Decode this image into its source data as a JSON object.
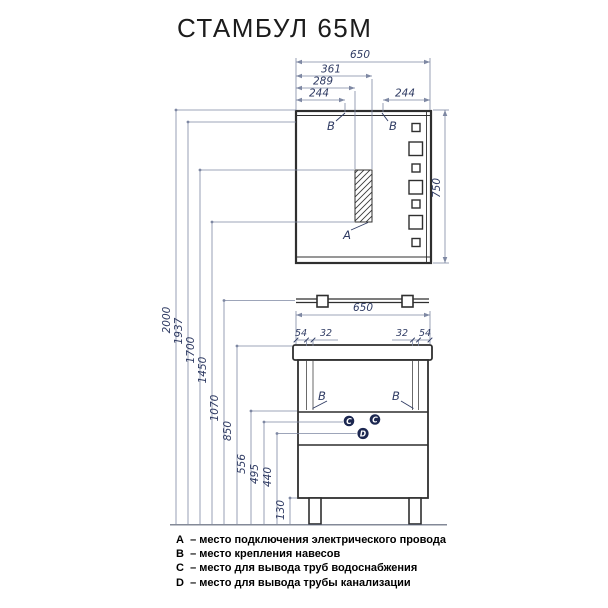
{
  "title": "СТАМБУЛ 65М",
  "colors": {
    "furniture_line": "#2f2f2f",
    "dim_line": "#7e88a3",
    "dim_text": "#2f3b63",
    "marker_fill": "#1c2750",
    "text": "#000000"
  },
  "mirror": {
    "dims": {
      "width_total": "650",
      "to_outlet_right": "361",
      "to_outlet_left": "289",
      "bracket_left": "244",
      "bracket_right": "244",
      "height": "750"
    },
    "marker_a": "A",
    "marker_b_left": "B",
    "marker_b_right": "B"
  },
  "cabinet": {
    "dims": {
      "width_total": "650",
      "edge_left": "54",
      "bracket_left": "32",
      "bracket_right": "32",
      "edge_right": "54"
    },
    "marker_b_left": "B",
    "marker_b_right": "B",
    "marker_c_left": "C",
    "marker_c_right": "C",
    "marker_d": "D"
  },
  "heights": {
    "values": [
      "2000",
      "1937",
      "1700",
      "1450",
      "1070",
      "850",
      "556",
      "495",
      "440",
      "130"
    ]
  },
  "legend": {
    "items": [
      {
        "key": "A",
        "text": "– место подключения электрического провода"
      },
      {
        "key": "B",
        "text": "– место крепления навесов"
      },
      {
        "key": "C",
        "text": "– место для вывода труб водоснабжения"
      },
      {
        "key": "D",
        "text": "– место для вывода трубы канализации"
      }
    ]
  }
}
